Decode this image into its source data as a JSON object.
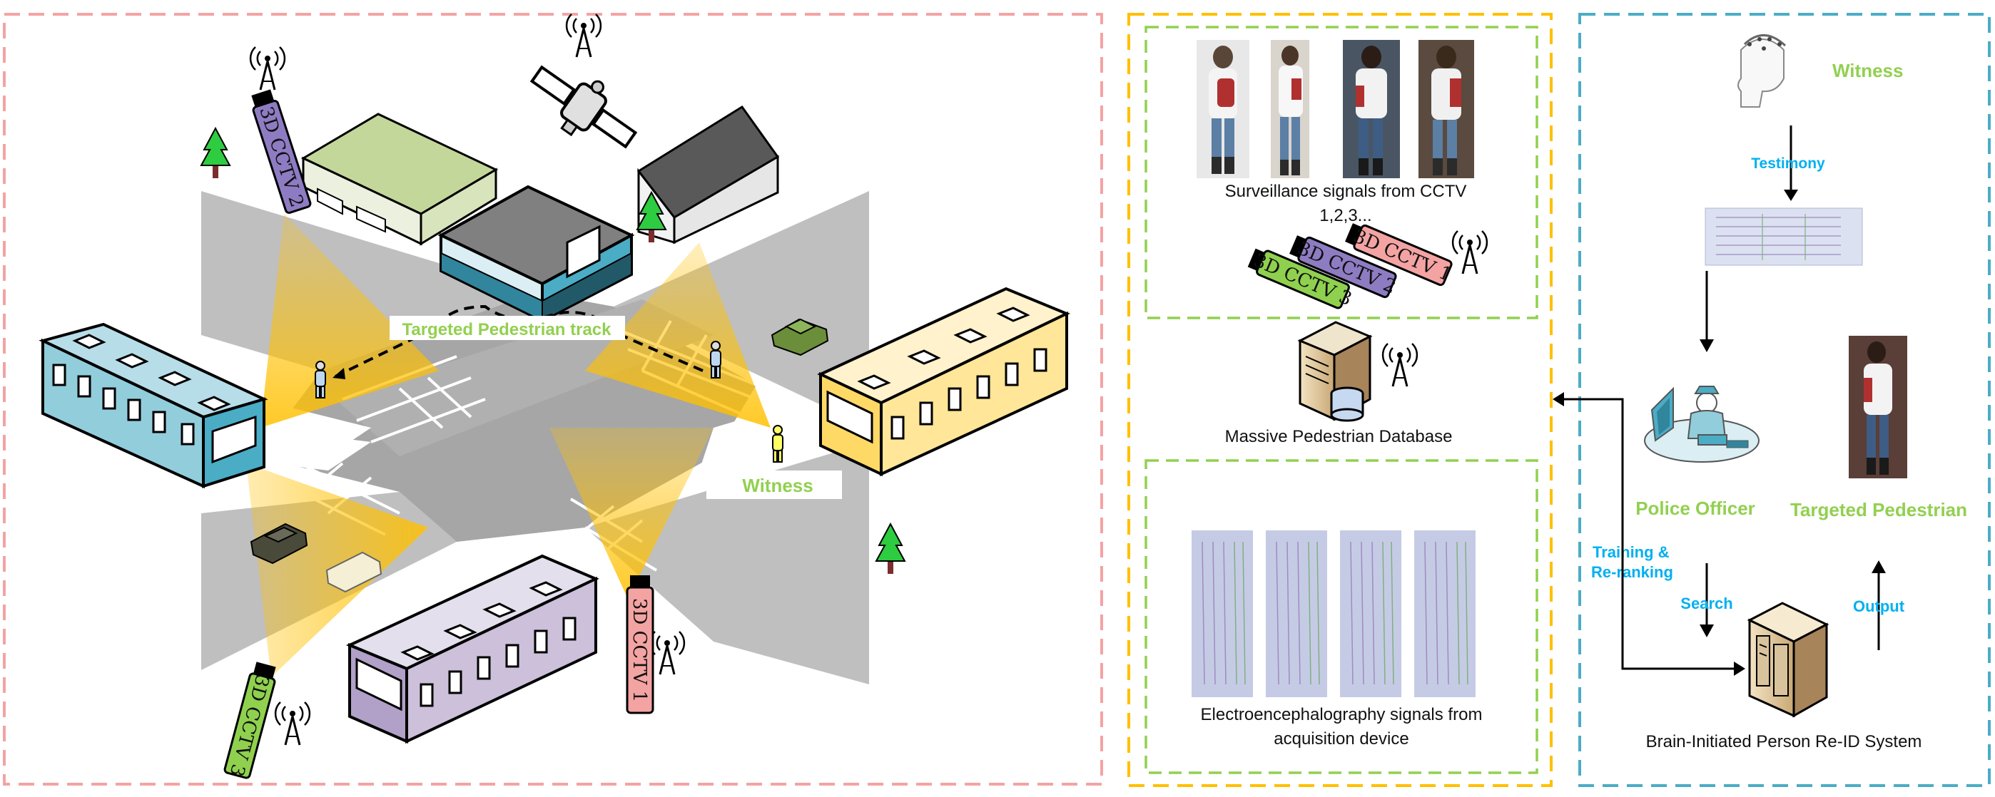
{
  "left_scene": {
    "track_label": "Targeted Pedestrian track",
    "witness_label": "Witness",
    "cameras": [
      "3D CCTV 1",
      "3D CCTV 2",
      "3D CCTV 3"
    ]
  },
  "middle_panel": {
    "surveillance_caption_line1": "Surveillance signals from CCTV",
    "surveillance_caption_line2": "1,2,3...",
    "database_caption": "Massive Pedestrian Database",
    "eeg_caption_line1": "Electroencephalography signals from",
    "eeg_caption_line2": "acquisition device",
    "cameras": [
      "3D CCTV 1",
      "3D CCTV 2",
      "3D CCTV 3"
    ]
  },
  "right_panel": {
    "witness": "Witness",
    "testimony": "Testimony",
    "police_officer": "Police Officer",
    "targeted_pedestrian": "Targeted Pedestrian",
    "training_line1": "Training &",
    "training_line2": "Re-ranking",
    "search": "Search",
    "output": "Output",
    "system": "Brain-Initiated Person Re-ID System"
  },
  "colors": {
    "left_border": "#f4a3a3",
    "middle_border": "#ffc000",
    "inner_border": "#92d050",
    "right_border": "#4bacc6",
    "label_green": "#92d050",
    "label_cyan": "#00b0f0",
    "cone": "#ffc000",
    "cctv1": "#f4a3a3",
    "cctv2": "#8e7cc3",
    "cctv3": "#8fd14f",
    "building_blue": "#92cddc",
    "building_yellow": "#ffe699",
    "building_purple": "#ccc0da"
  }
}
